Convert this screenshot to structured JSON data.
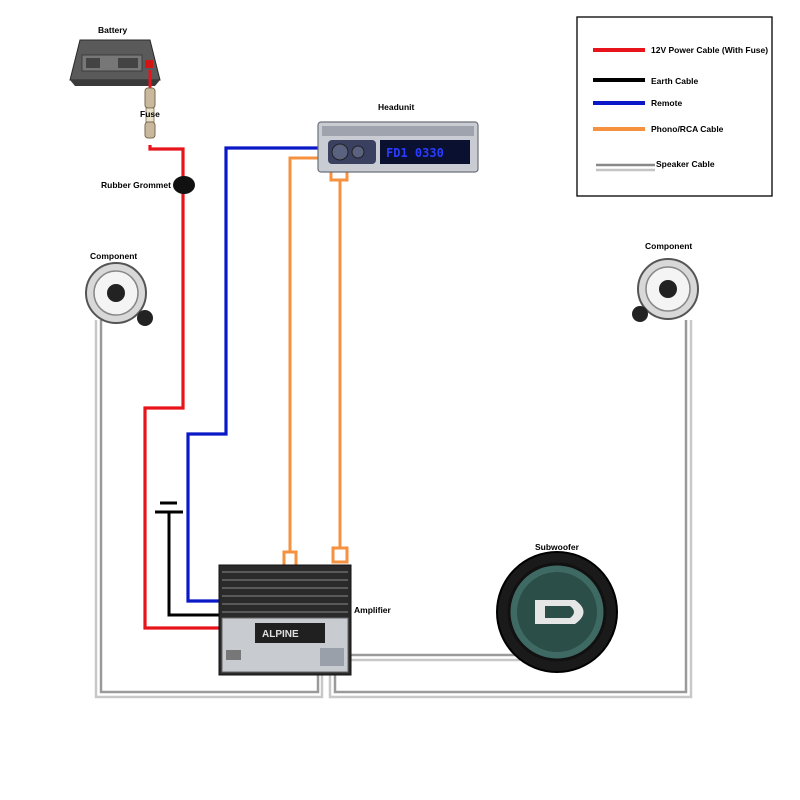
{
  "labels": {
    "battery": "Battery",
    "fuse": "Fuse",
    "rubber_grommet": "Rubber Grommet",
    "headunit": "Headunit",
    "component_left": "Component",
    "component_right": "Component",
    "subwoofer": "Subwoofer",
    "amplifier": "Amplifier"
  },
  "legend": {
    "items": [
      {
        "label": "12V Power Cable (With Fuse)",
        "color": "#e8141b"
      },
      {
        "label": "Earth Cable",
        "color": "#000000"
      },
      {
        "label": "Remote",
        "color": "#0a18c8"
      },
      {
        "label": "Phono/RCA Cable",
        "color": "#f5913f"
      },
      {
        "label": "Speaker Cable",
        "color": "#9c9c9c"
      }
    ]
  },
  "colors": {
    "power": "#e8141b",
    "earth": "#000000",
    "remote": "#0a18c8",
    "rca": "#f5913f",
    "speaker": "#9c9c9c"
  },
  "headunit_display": "FD1 0330",
  "amplifier_brand": "ALPINE"
}
